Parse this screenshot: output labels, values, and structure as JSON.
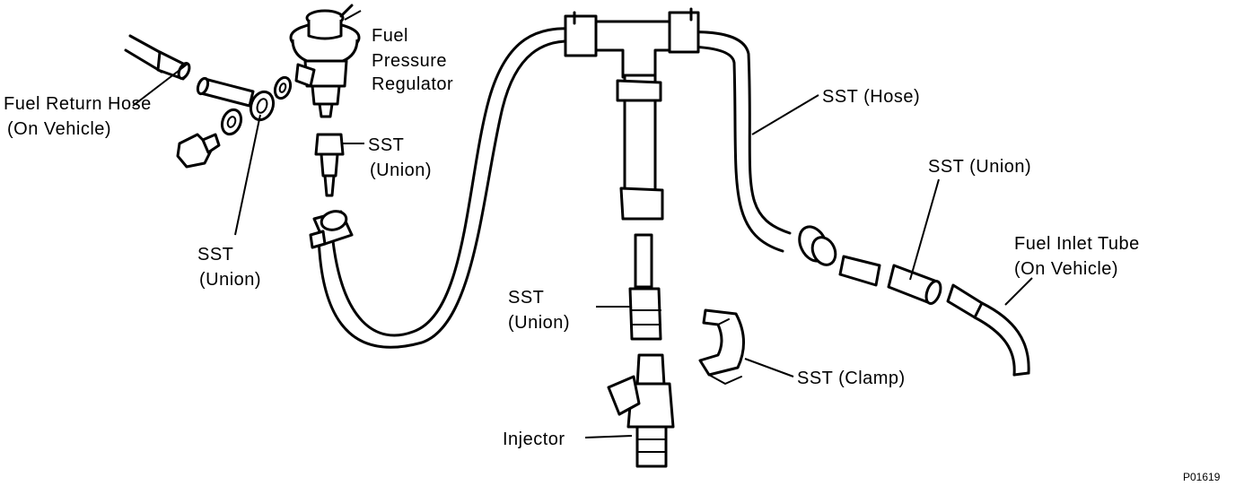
{
  "labels": {
    "fuel_pressure_regulator": [
      "Fuel",
      "Pressure",
      "Regulator"
    ],
    "fuel_return_hose": [
      "Fuel Return Hose",
      "(On Vehicle)"
    ],
    "sst_union_top": [
      "SST",
      "(Union)"
    ],
    "sst_union_left": [
      "SST",
      "(Union)"
    ],
    "sst_hose": "SST (Hose)",
    "sst_union_right": "SST (Union)",
    "fuel_inlet_tube": [
      "Fuel Inlet Tube",
      "(On Vehicle)"
    ],
    "sst_union_center": [
      "SST",
      "(Union)"
    ],
    "sst_clamp": "SST (Clamp)",
    "injector": "Injector",
    "figure_code": "P01619"
  }
}
